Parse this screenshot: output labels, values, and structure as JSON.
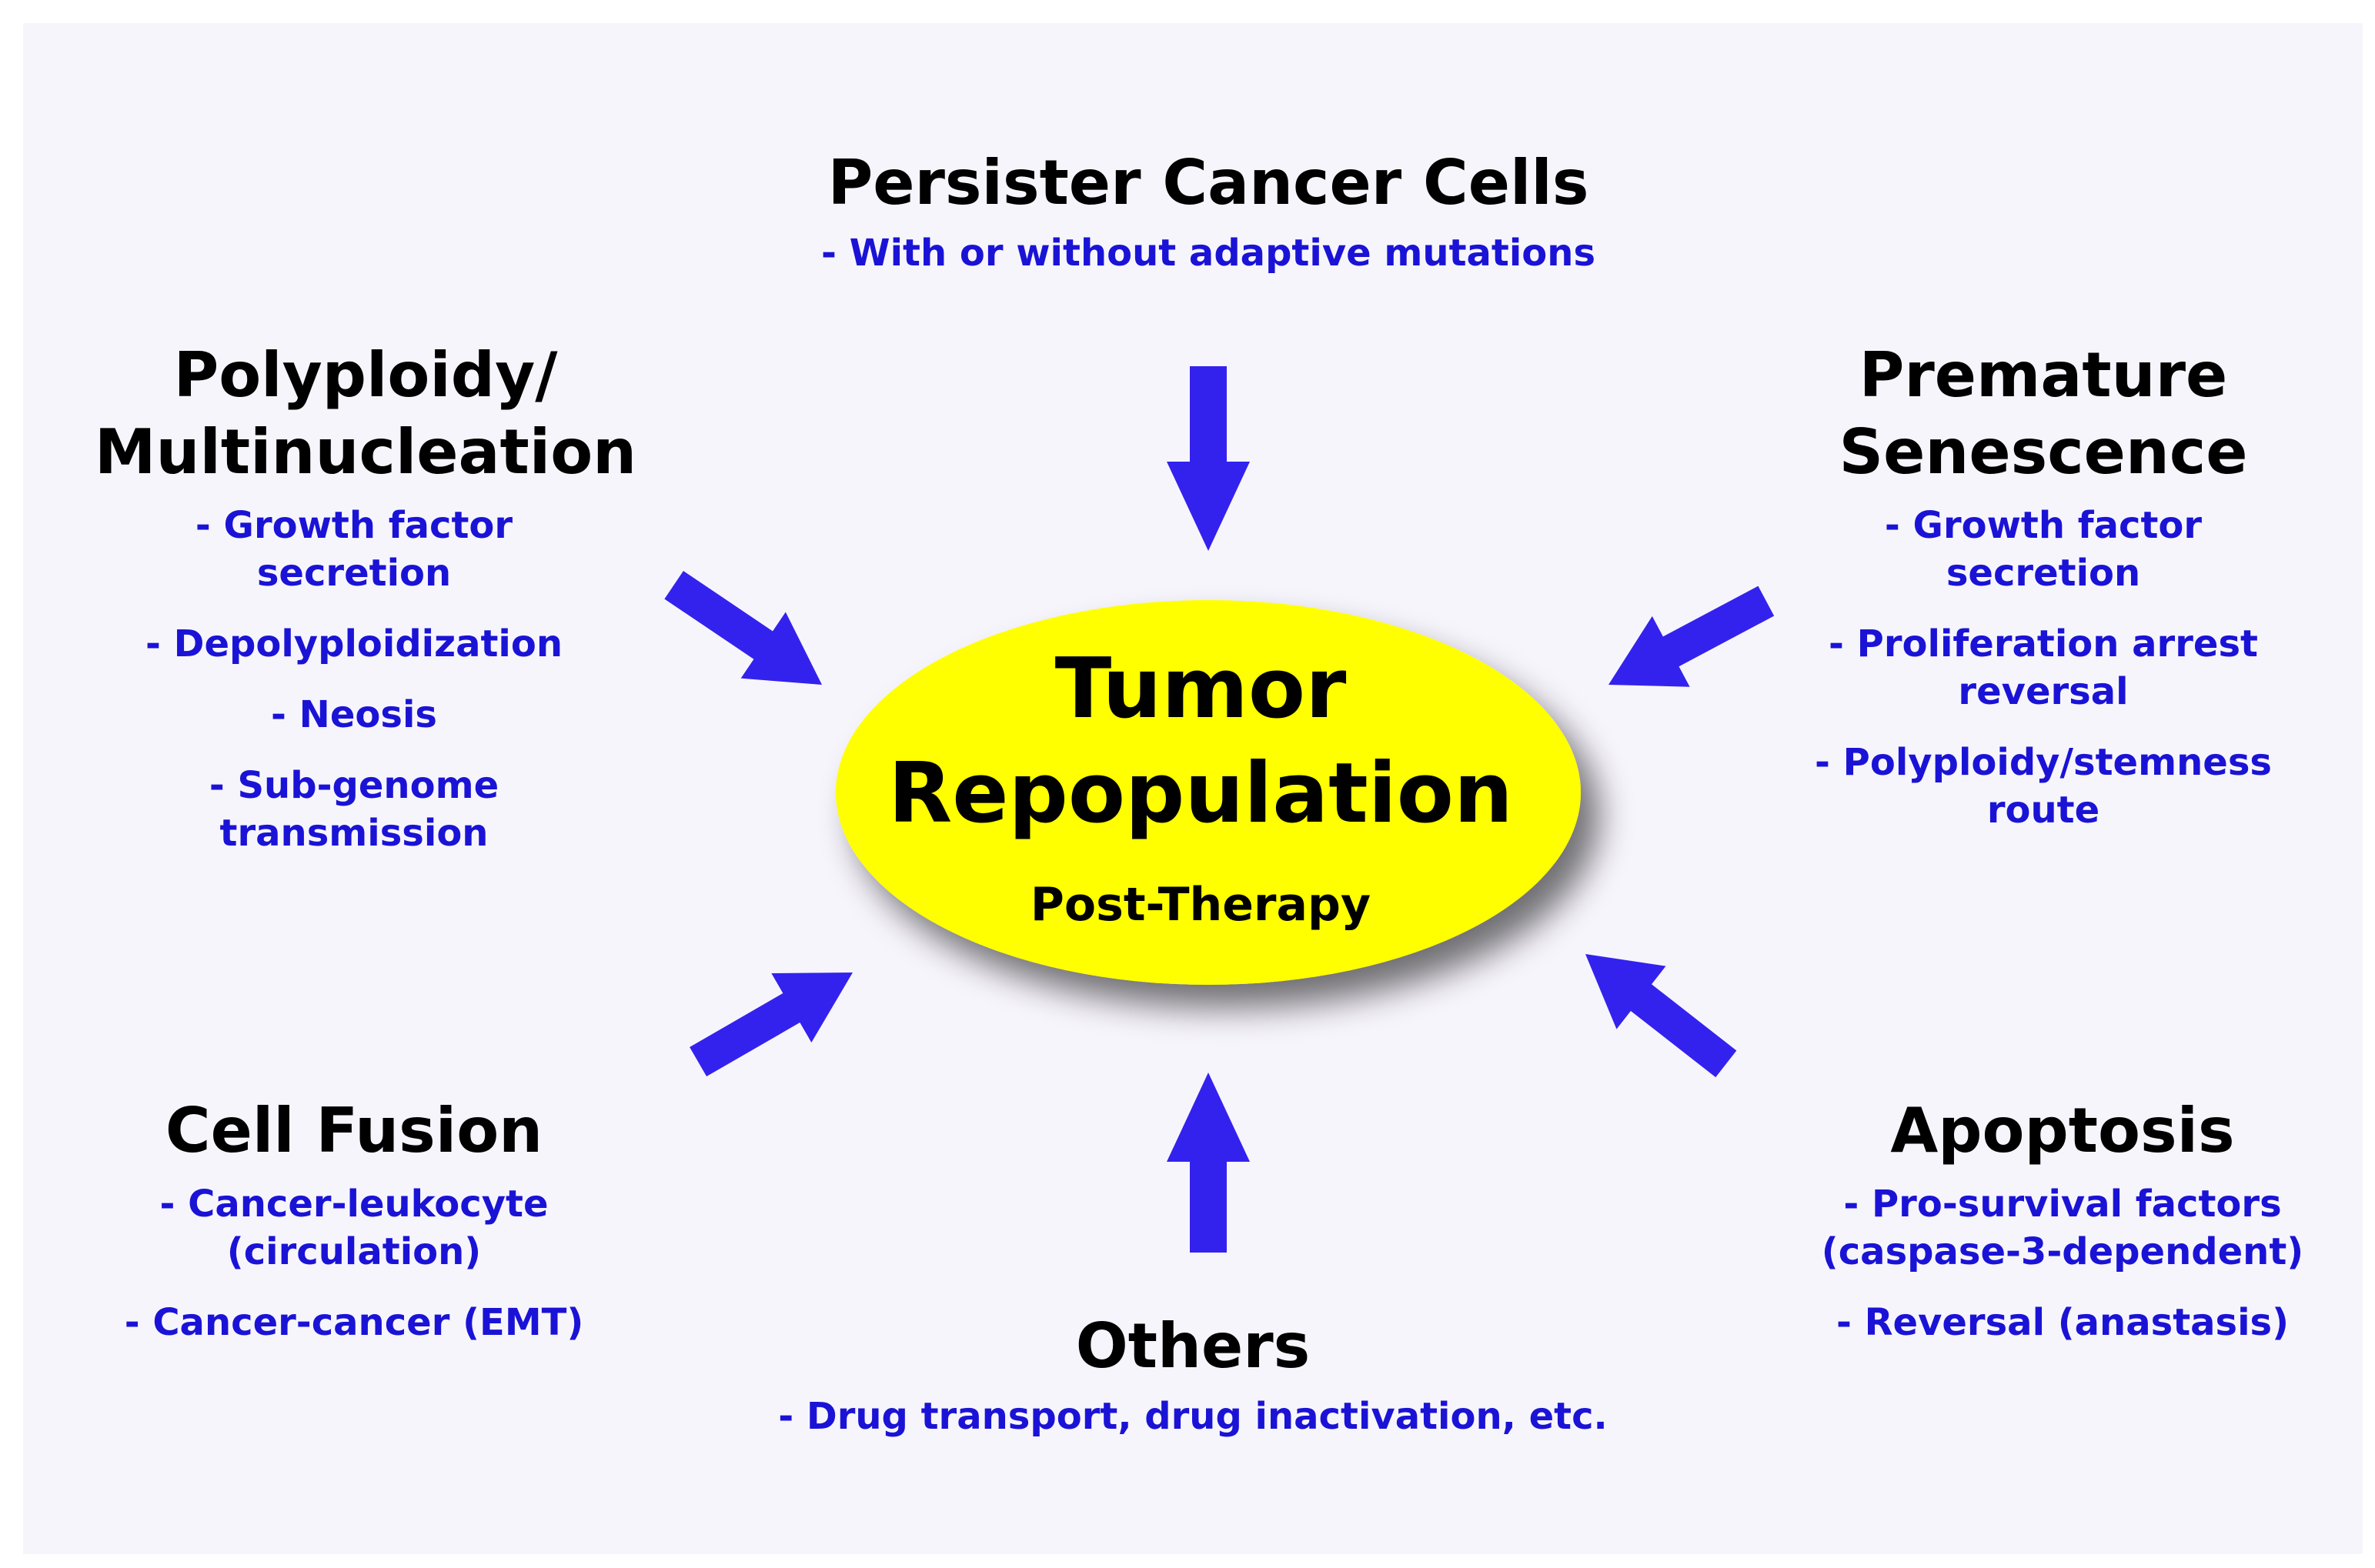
{
  "colors": {
    "panel_background": "#f7f5fc",
    "arrow": "#3322ee",
    "item_text": "#1a13d6",
    "heading_text": "#000000",
    "ellipse_fill": "#ffff00"
  },
  "center": {
    "title_line1": "Tumor",
    "title_line2": "Repopulation",
    "subtitle": "Post-Therapy"
  },
  "nodes": {
    "persister": {
      "title": "Persister Cancer Cells",
      "items": [
        "- With or without adaptive mutations"
      ]
    },
    "polyploidy": {
      "title_line1": "Polyploidy/",
      "title_line2": "Multinucleation",
      "items": [
        {
          "line1": "- Growth factor",
          "line2": "secretion"
        },
        {
          "line1": "- Depolyploidization"
        },
        {
          "line1": "- Neosis"
        },
        {
          "line1": "- Sub-genome",
          "line2": "transmission"
        }
      ]
    },
    "senescence": {
      "title_line1": "Premature",
      "title_line2": "Senescence",
      "items": [
        {
          "line1": "- Growth factor",
          "line2": "secretion"
        },
        {
          "line1": "- Proliferation arrest",
          "line2": "reversal"
        },
        {
          "line1": "- Polyploidy/stemness",
          "line2": "route"
        }
      ]
    },
    "fusion": {
      "title": "Cell Fusion",
      "items": [
        {
          "line1": "- Cancer-leukocyte",
          "line2": "(circulation)"
        },
        {
          "line1": "- Cancer-cancer (EMT)"
        }
      ]
    },
    "apoptosis": {
      "title": "Apoptosis",
      "items": [
        {
          "line1": "- Pro-survival factors",
          "line2": "(caspase-3-dependent)"
        },
        {
          "line1": "- Reversal (anastasis)"
        }
      ]
    },
    "others": {
      "title": "Others",
      "items": [
        "- Drug transport, drug inactivation, etc."
      ]
    }
  }
}
